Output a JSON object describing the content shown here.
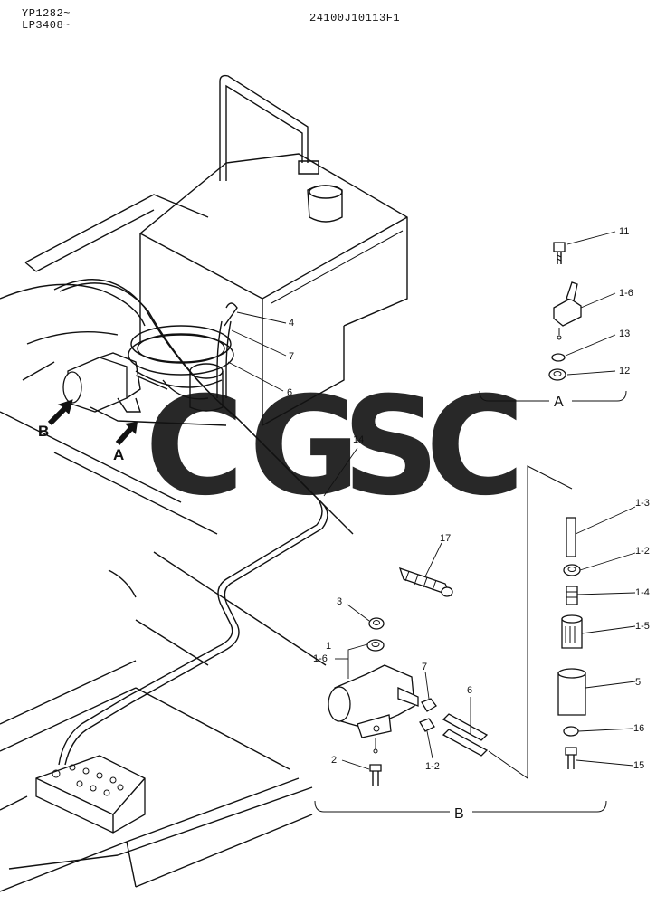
{
  "header": {
    "serial_line_1": "YP1282~",
    "serial_line_2": "LP3408~",
    "drawing_number": "24100J10113F1"
  },
  "watermark": {
    "letters": [
      {
        "char": "C",
        "color": "#6fa3f5"
      },
      {
        "char": "G",
        "color": "#f08080"
      },
      {
        "char": "S",
        "color": "#f7d774"
      },
      {
        "char": "C",
        "color": "#6fc49a"
      }
    ]
  },
  "views": {
    "a_label": "A",
    "b_label": "B"
  },
  "arrows": {
    "a_label": "A",
    "b_label": "B"
  },
  "callouts": {
    "main": [
      "4",
      "7",
      "6",
      "14"
    ],
    "view_a": [
      "11",
      "1-6",
      "13",
      "12"
    ],
    "view_b": [
      "17",
      "3",
      "1",
      "1-6",
      "7",
      "6",
      "2",
      "1-2"
    ],
    "filter": [
      "1-3",
      "1-2",
      "1-4",
      "1-5",
      "5",
      "16",
      "15"
    ]
  }
}
